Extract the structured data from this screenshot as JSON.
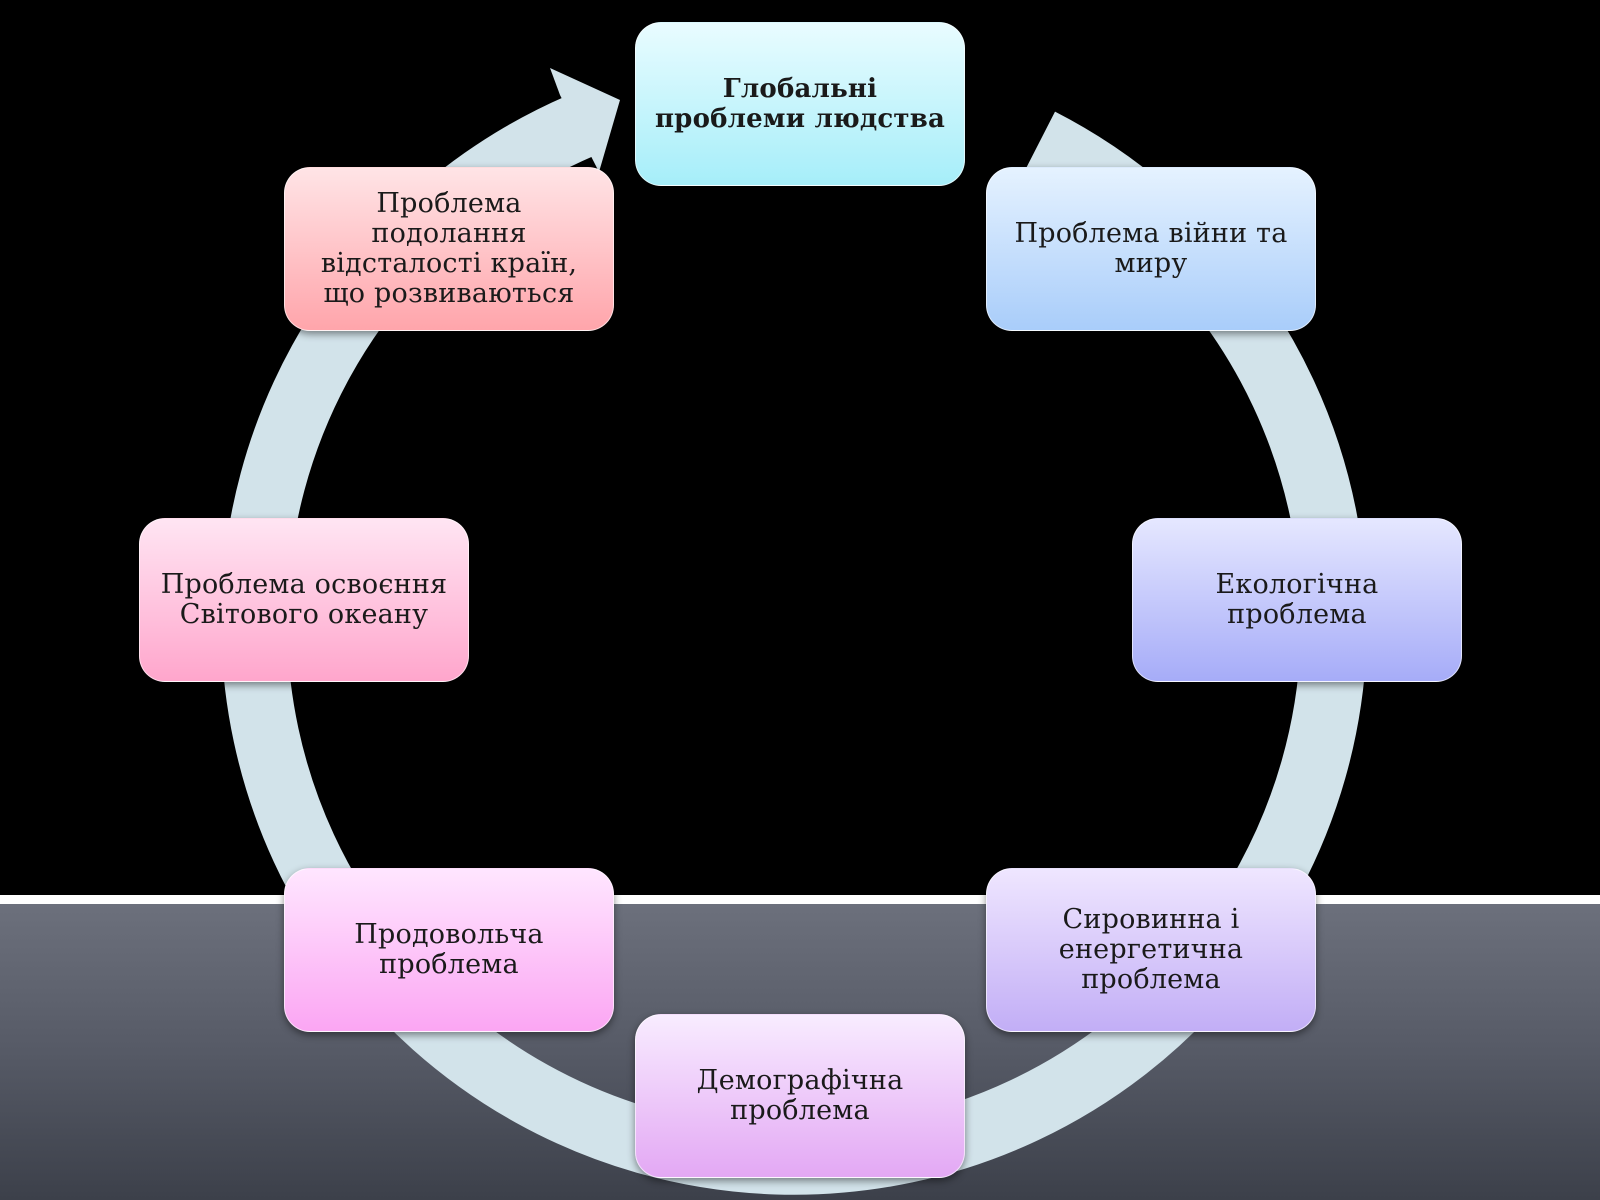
{
  "diagram": {
    "center_label": "Глобальні\nпроблеми людства",
    "nodes": [
      {
        "label": "Проблема війни та\nмиру"
      },
      {
        "label": "Екологічна\nпроблема"
      },
      {
        "label": "Сировинна і\nенергетична\nпроблема"
      },
      {
        "label": "Демографічна\nпроблема"
      },
      {
        "label": "Продовольча\nпроблема"
      },
      {
        "label": "Проблема освоєння\nСвітового океану"
      },
      {
        "label": "Проблема\nподолання\nвідсталості країн,\nщо розвиваються"
      }
    ]
  },
  "colors": {
    "background_top": "#000000",
    "background_bottom": "#565a66",
    "divider": "#ffffff",
    "cycle_arrow": "#d2e3ea"
  }
}
